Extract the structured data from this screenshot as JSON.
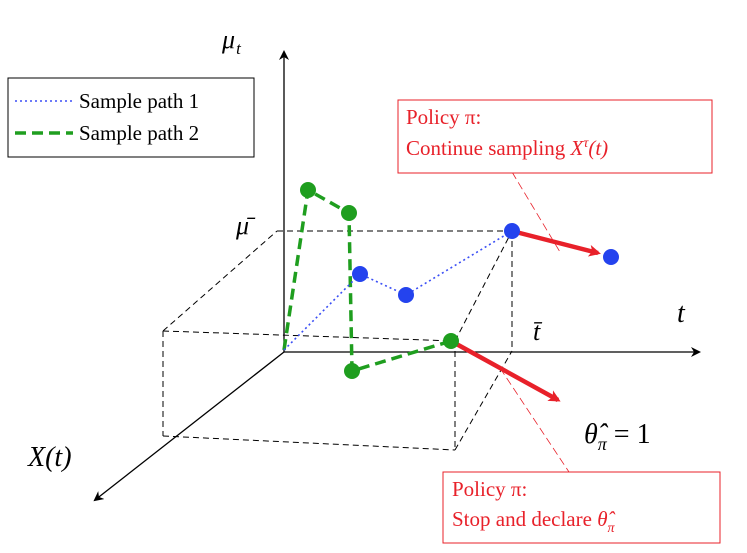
{
  "legend": {
    "items": [
      {
        "label": "Sample path 1",
        "style": "dotted",
        "color": "#3b4ff5"
      },
      {
        "label": "Sample path 2",
        "style": "dashed",
        "color": "#1f9e1f"
      }
    ]
  },
  "axes": {
    "z_label": "μ",
    "z_label_sub": "t",
    "x_label": "t",
    "depth_label": "X(t)"
  },
  "marks": {
    "mu_bar": "μ̄",
    "t_bar": "t̄",
    "theta_hat": "θ̂",
    "theta_sub": "π",
    "theta_value": " = 1"
  },
  "policy_continue": {
    "line1": "Policy π:",
    "line2_text": "Continue sampling ",
    "line2_sym": "X",
    "line2_sup": "τ",
    "line2_arg": "(t)"
  },
  "policy_stop": {
    "line1": "Policy π:",
    "line2_text": "Stop and declare ",
    "line2_sym": "θ̂",
    "line2_sub": "π"
  },
  "colors": {
    "path1": "#3b4ff5",
    "path2": "#1f9e1f",
    "policy": "#e8212a",
    "axis": "#000000"
  }
}
